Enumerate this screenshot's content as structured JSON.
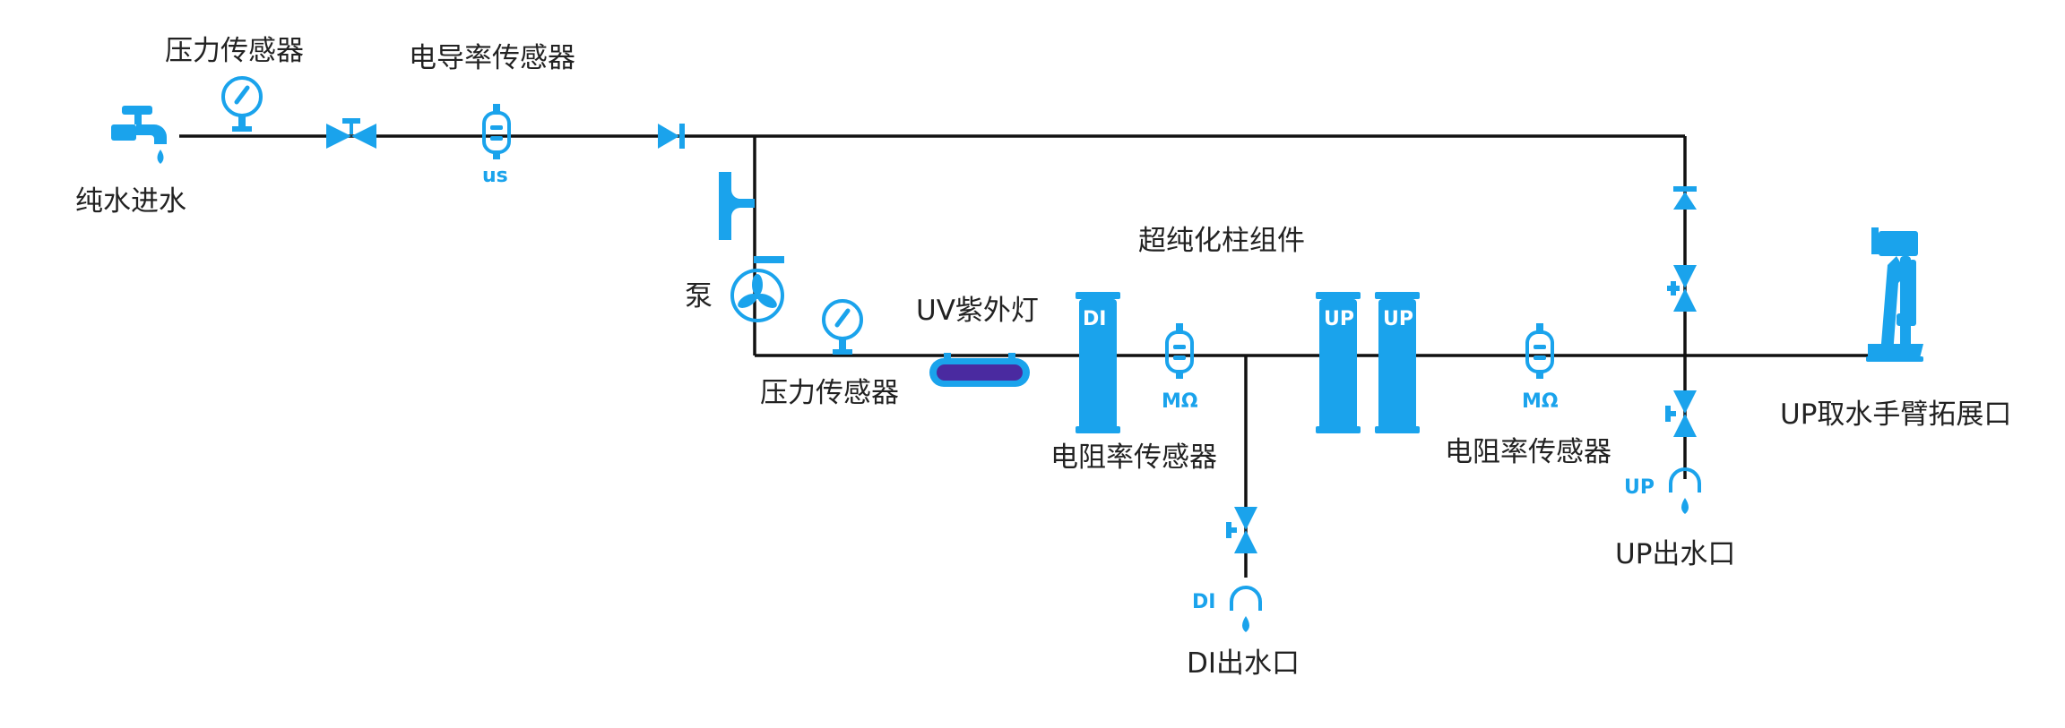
{
  "colors": {
    "component": "#1aa3ec",
    "pipe": "#111111",
    "uv_lamp": "#4a2aa0",
    "text": "#222222"
  },
  "labels": {
    "pure_water_inlet": "纯水进水",
    "pressure_sensor_top": "压力传感器",
    "conductivity_sensor": "电导率传感器",
    "pump": "泵",
    "pressure_sensor_bottom": "压力传感器",
    "uv_lamp": "UV紫外灯",
    "ultrapure_column_assembly": "超纯化柱组件",
    "resistivity_sensor_1": "电阻率传感器",
    "resistivity_sensor_2": "电阻率传感器",
    "di_outlet": "DI出水口",
    "up_outlet": "UP出水口",
    "up_dispense_arm": "UP取水手臂拓展口"
  },
  "tags": {
    "conductivity_unit": "us",
    "resistivity_unit_1": "MΩ",
    "resistivity_unit_2": "MΩ",
    "di_column": "DI",
    "up_column_1": "UP",
    "up_column_2": "UP",
    "di_outlet_tag": "DI",
    "up_outlet_tag": "UP"
  },
  "icons": {
    "faucet": "faucet-icon",
    "gauge": "pressure-gauge-icon",
    "valve": "valve-icon",
    "check_valve": "check-valve-icon",
    "sensor": "sensor-probe-icon",
    "pump": "pump-fan-icon",
    "uv": "uv-lamp-icon",
    "column": "column-cartridge-icon",
    "outlet": "outlet-spout-icon",
    "arm": "dispense-arm-icon"
  }
}
